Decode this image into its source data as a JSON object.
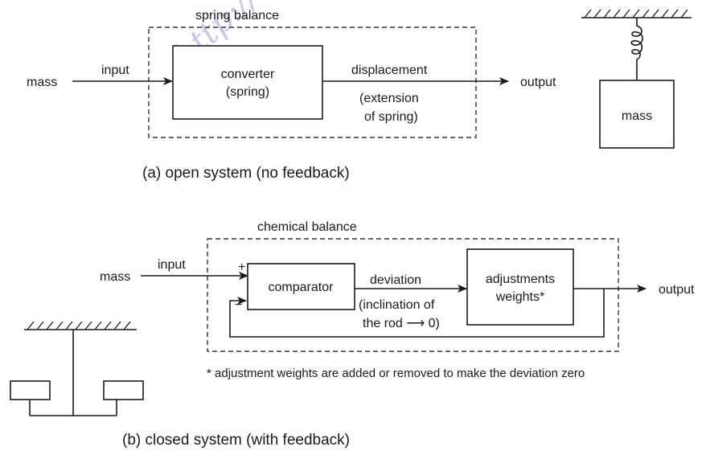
{
  "watermark": "http://w",
  "part_a": {
    "group_label": "spring balance",
    "input_side_label": "mass",
    "input_arrow_label": "input",
    "converter_line1": "converter",
    "converter_line2": "(spring)",
    "displacement_label": "displacement",
    "extension_line1": "(extension",
    "extension_line2": "of spring)",
    "output_label": "output",
    "hanging_mass_label": "mass",
    "caption": "(a) open system (no feedback)"
  },
  "part_b": {
    "group_label": "chemical balance",
    "input_side_label": "mass",
    "input_arrow_label": "input",
    "plus_sign": "+",
    "minus_sign": "−",
    "comparator_label": "comparator",
    "deviation_label": "deviation",
    "inclination_line1": "(inclination of",
    "inclination_line2": "the rod ⟶ 0)",
    "adjust_line1": "adjustments",
    "adjust_line2": "weights*",
    "output_label": "output",
    "footnote": "* adjustment weights are added or removed to make the deviation zero",
    "caption": "(b) closed system (with feedback)"
  }
}
